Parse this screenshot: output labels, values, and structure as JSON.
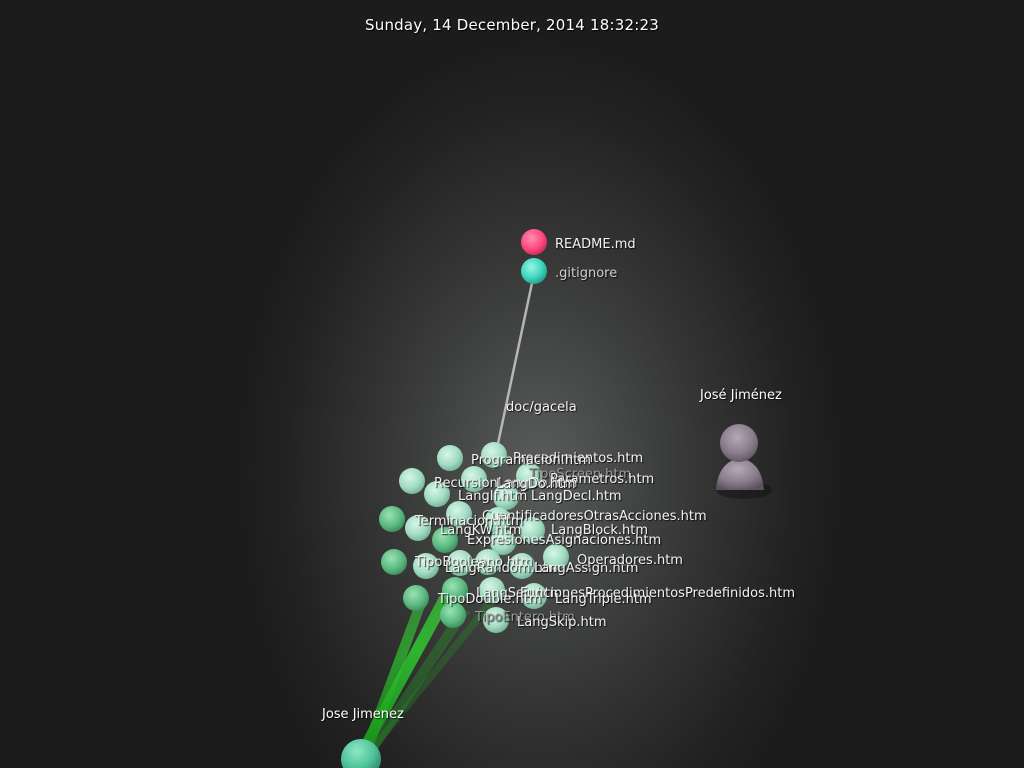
{
  "header": {
    "date": "Sunday, 14 December, 2014 18:32:23"
  },
  "colors": {
    "background": "#1c1c1c",
    "readme_node": "#ff4b7d",
    "gitignore_node": "#3ed6bd",
    "html_node": "#a8e8cf",
    "beam": "#2bd42b",
    "committer_jose_jimenez": "#7a6d7d",
    "committer_jose_jimenez_alt": "#52c9a2"
  },
  "directories": [
    {
      "name": "doc/gacela"
    }
  ],
  "files": [
    {
      "name": "README.md",
      "color": "readme"
    },
    {
      "name": ".gitignore",
      "color": "gitignore"
    },
    {
      "name": "Procedimientos.htm"
    },
    {
      "name": "Programacion.htm"
    },
    {
      "name": "TipoScreen.htm",
      "dim": true
    },
    {
      "name": "Parametros.htm"
    },
    {
      "name": "RecursionLangDo.htm"
    },
    {
      "name": "LangDo.htm"
    },
    {
      "name": "LangIf.htm"
    },
    {
      "name": "LangDecl.htm"
    },
    {
      "name": "CuantificadoresOtrasAcciones.htm"
    },
    {
      "name": "Terminacion.htm"
    },
    {
      "name": "LangKW.htm"
    },
    {
      "name": "LangBlock.htm"
    },
    {
      "name": "ExpresionesAsignaciones.htm"
    },
    {
      "name": "TipoBooleano.htm"
    },
    {
      "name": "LangRandom.htm"
    },
    {
      "name": "LangAssign.htm"
    },
    {
      "name": "Operadores.htm"
    },
    {
      "name": "LangSeq.htm"
    },
    {
      "name": "FuncionesProcedimientosPredefinidos.htm"
    },
    {
      "name": "TipoDouble.htm"
    },
    {
      "name": "LangTriple.htm"
    },
    {
      "name": "TipoEntero.htm",
      "dim": true
    },
    {
      "name": "LangSkip.htm"
    }
  ],
  "users": [
    {
      "name": "José Jiménez"
    },
    {
      "name": "Jose Jimenez"
    }
  ]
}
